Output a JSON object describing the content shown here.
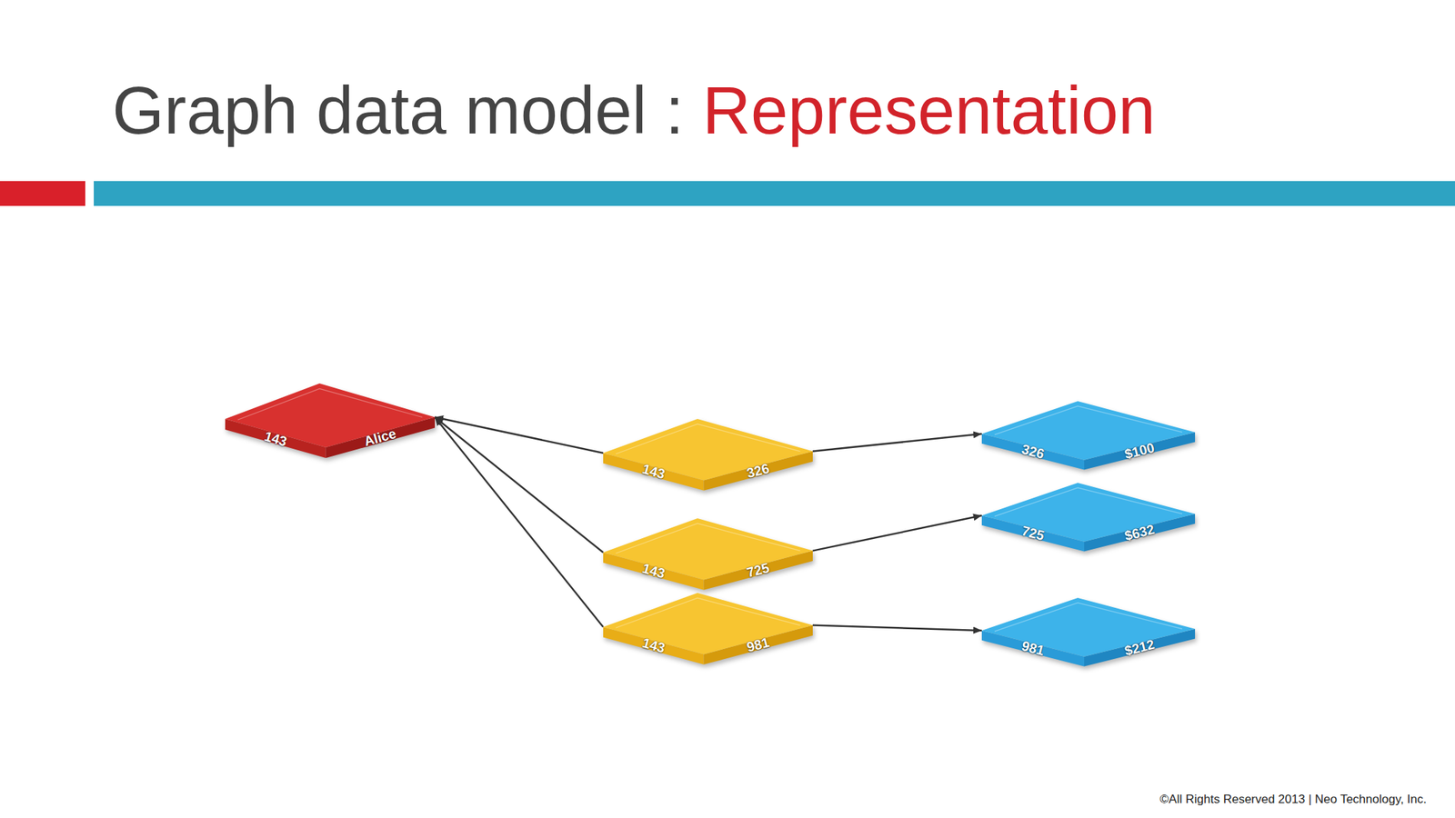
{
  "diagram": {
    "title": "Graph data model : Representation",
    "nodes": [
      {
        "text": [
          "143",
          "Alice"
        ]
      },
      {
        "text": [
          "143",
          "326"
        ]
      },
      {
        "text": [
          "143",
          "725"
        ]
      },
      {
        "text": [
          "143",
          "981"
        ]
      },
      {
        "text": [
          "326",
          "$100"
        ]
      },
      {
        "text": [
          "725",
          "$632"
        ]
      },
      {
        "text": [
          "981",
          "$212"
        ]
      }
    ],
    "edges": [
      {
        "from": 1,
        "to": 0,
        "arrow": "to"
      },
      {
        "from": 2,
        "to": 0,
        "arrow": "to"
      },
      {
        "from": 3,
        "to": 0,
        "arrow": "to"
      },
      {
        "from": 1,
        "to": 4,
        "arrow": "to"
      },
      {
        "from": 2,
        "to": 5,
        "arrow": "to"
      },
      {
        "from": 3,
        "to": 6,
        "arrow": "to"
      }
    ],
    "labels": [
      "©All Rights Reserved 2013 | Neo Technology, Inc."
    ]
  }
}
